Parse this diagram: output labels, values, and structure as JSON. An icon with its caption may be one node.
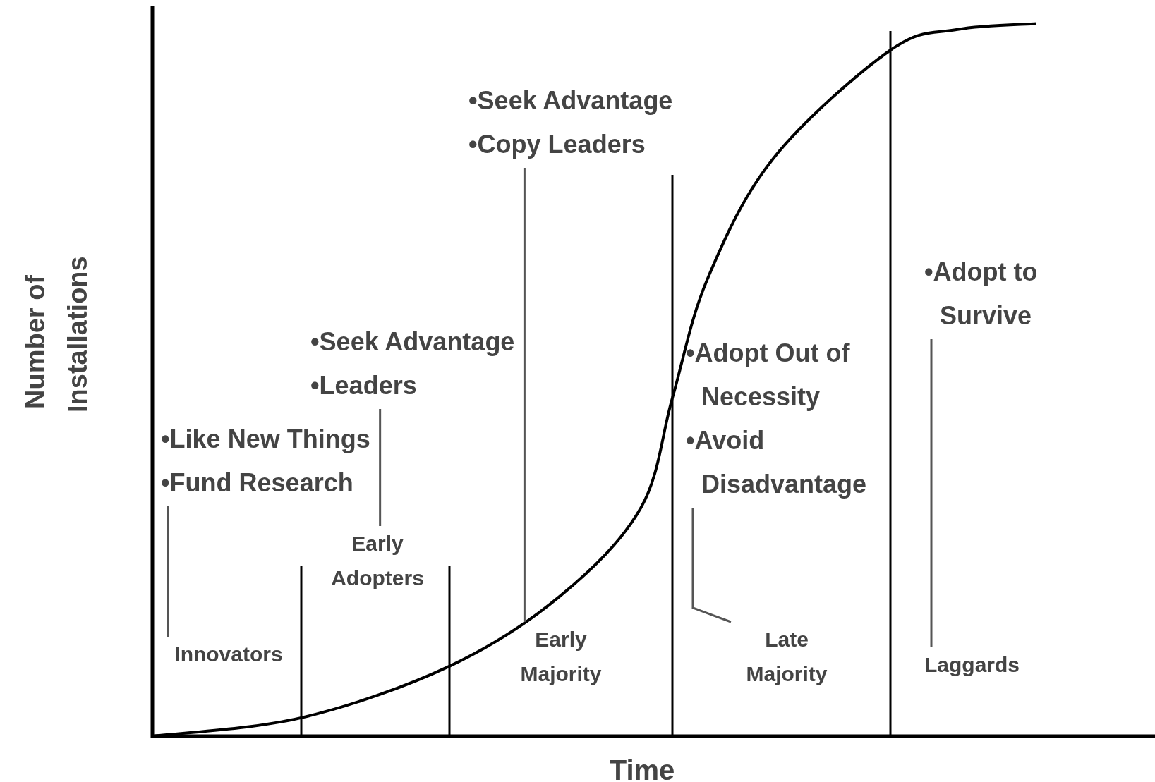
{
  "diagram": {
    "nodes": [
      {
        "text": [
          "•Like New Things",
          "•Fund Research"
        ]
      },
      {
        "text": [
          "Innovators"
        ]
      },
      {
        "text": [
          "•Seek Advantage",
          "•Leaders"
        ]
      },
      {
        "text": [
          "Early Adopters"
        ]
      },
      {
        "text": [
          "•Seek Advantage",
          "•Copy Leaders"
        ]
      },
      {
        "text": [
          "Early Majority"
        ]
      },
      {
        "text": [
          "•Adopt Out of Necessity",
          "•Avoid Disadvantage"
        ]
      },
      {
        "text": [
          "Late Majority"
        ]
      },
      {
        "text": [
          "•Adopt to Survive"
        ]
      },
      {
        "text": [
          "Laggards"
        ]
      }
    ],
    "edges": [
      {
        "from": 0,
        "to": 1,
        "arrow": "none"
      },
      {
        "from": 2,
        "to": 3,
        "arrow": "none"
      },
      {
        "from": 4,
        "to": 5,
        "arrow": "none"
      },
      {
        "from": 6,
        "to": 7,
        "arrow": "none"
      },
      {
        "from": 8,
        "to": 9,
        "arrow": "none"
      }
    ],
    "labels": [
      "Number of Installations",
      "Time"
    ]
  }
}
